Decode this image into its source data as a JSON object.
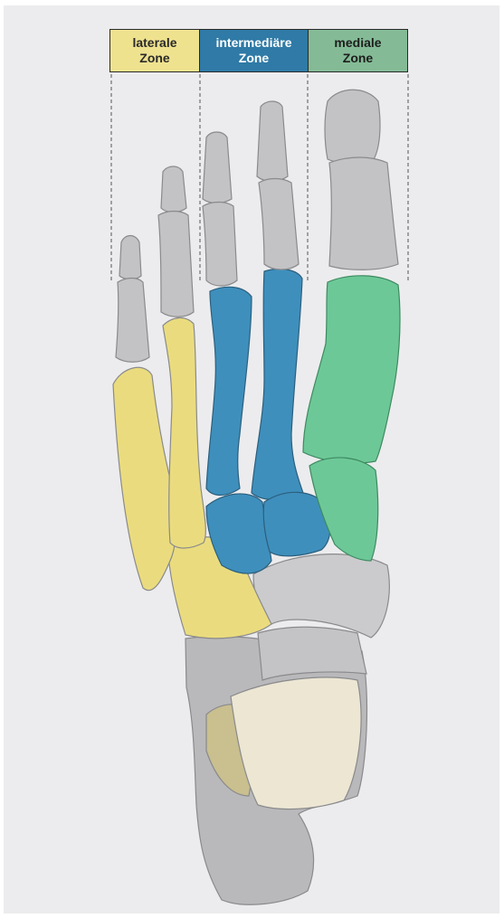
{
  "zones": [
    {
      "line1": "laterale",
      "line2": "Zone",
      "color": "#efe28f"
    },
    {
      "line1": "intermediäre",
      "line2": "Zone",
      "color": "#2f7aa6"
    },
    {
      "line1": "mediale",
      "line2": "Zone",
      "color": "#84bb96"
    }
  ],
  "colors": {
    "lateral_bone": "#eadc7e",
    "intermediate_bone": "#3e8fbc",
    "medial_bone": "#6dc898",
    "bone_gray": "#c3c3c5",
    "talus_cartilage": "#ece6d3",
    "background": "#ececee"
  }
}
